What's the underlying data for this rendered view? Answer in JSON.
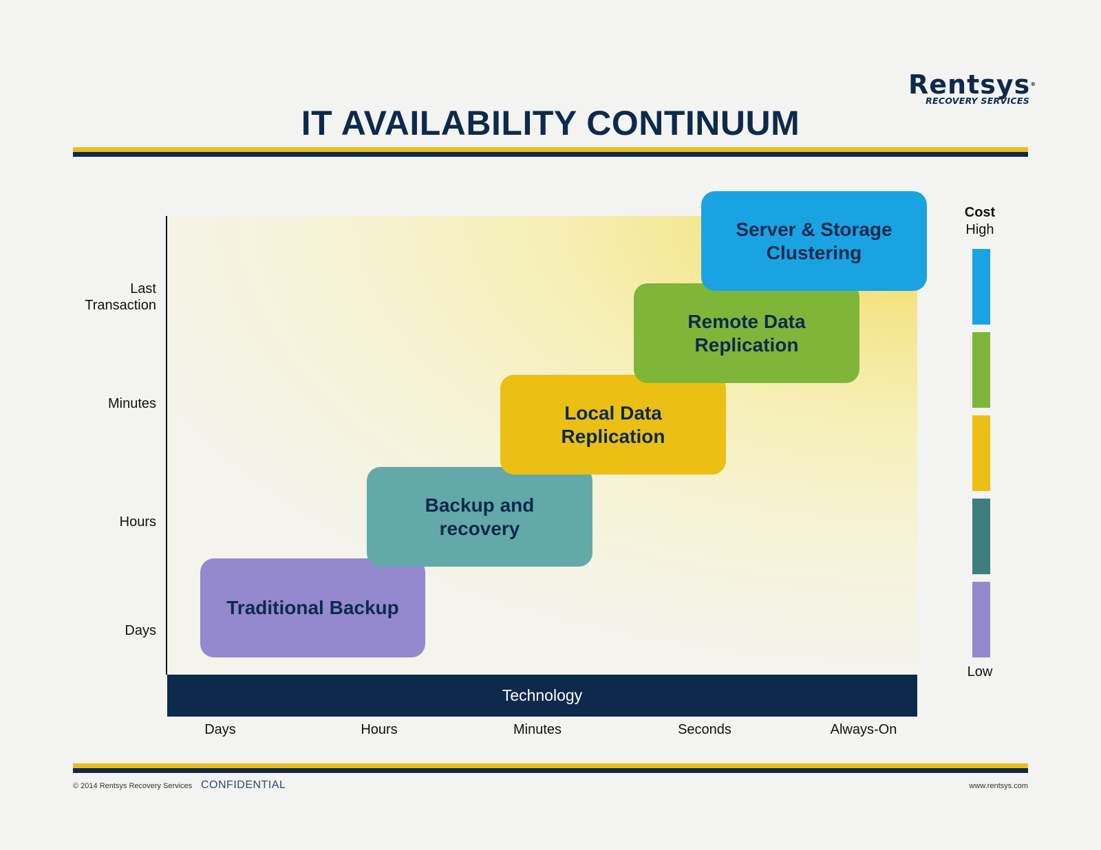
{
  "logo": {
    "name": "Rentsys",
    "registered": "®",
    "tagline": "RECOVERY SERVICES"
  },
  "title": "IT AVAILABILITY CONTINUUM",
  "y_axis": {
    "labels": [
      "Last\nTransaction",
      "Minutes",
      "Hours",
      "Days"
    ]
  },
  "x_axis": {
    "bar_label": "Technology",
    "labels": [
      "Days",
      "Hours",
      "Minutes",
      "Seconds",
      "Always-On"
    ]
  },
  "steps": [
    {
      "label": "Traditional Backup",
      "color": "#9488cf"
    },
    {
      "label": "Backup and\nrecovery",
      "color": "#64a9aa"
    },
    {
      "label": "Local Data\nReplication",
      "color": "#ebbf13"
    },
    {
      "label": "Remote Data\nReplication",
      "color": "#7fb63a"
    },
    {
      "label": "Server & Storage\nClustering",
      "color": "#1aa3e3"
    }
  ],
  "cost_legend": {
    "title": "Cost",
    "high": "High",
    "low": "Low",
    "colors": [
      "#1aa3e3",
      "#7fb63a",
      "#ebbf13",
      "#3e7f7c",
      "#9488cf"
    ]
  },
  "colors": {
    "navy": "#0d2a4c",
    "gold": "#e9bd1f"
  },
  "footer": {
    "copyright": "© 2014 Rentsys Recovery Services",
    "confidential": "CONFIDENTIAL",
    "url": "www.rentsys.com"
  }
}
